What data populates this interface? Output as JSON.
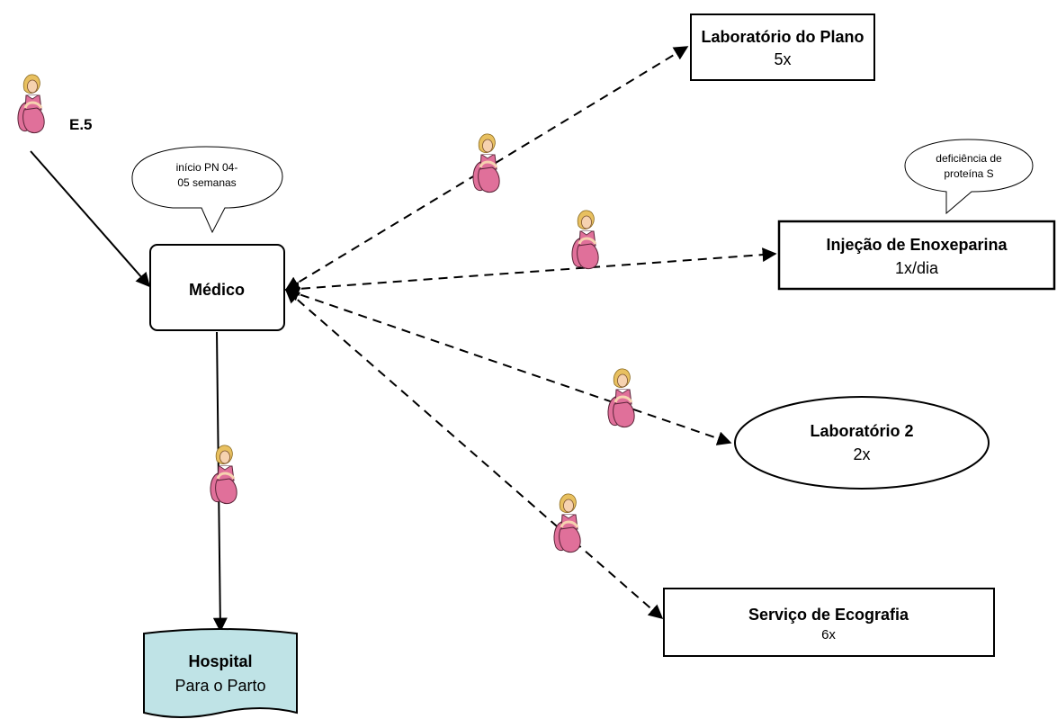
{
  "patient_label": "E.5",
  "speech_bubbles": {
    "start": {
      "line1": "início PN 04-",
      "line2": "05 semanas"
    },
    "condition": {
      "line1": "deficiência de",
      "line2": "proteína S"
    }
  },
  "nodes": {
    "doctor": {
      "title": "Médico"
    },
    "lab_plan": {
      "title": "Laboratório do Plano",
      "frequency": "5x"
    },
    "injection": {
      "title": "Injeção de Enoxeparina",
      "frequency": "1x/dia"
    },
    "lab2": {
      "title": "Laboratório 2",
      "frequency": "2x"
    },
    "ultrasound": {
      "title": "Serviço de Ecografia",
      "frequency": "6x"
    },
    "hospital": {
      "title": "Hospital",
      "subtitle": "Para o Parto"
    }
  },
  "colors": {
    "hospital_fill": "#bfe3e6",
    "figure_dress": "#e0709a",
    "figure_skin": "#f6d2b0",
    "figure_hair": "#e8c060",
    "line": "#000000"
  },
  "icons": {
    "patient": "pregnant-woman-icon"
  }
}
